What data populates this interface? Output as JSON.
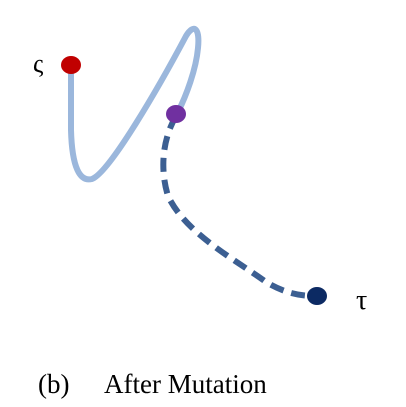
{
  "labels": {
    "start_symbol": "ς",
    "end_symbol": "τ"
  },
  "caption": {
    "tag": "(b)",
    "text": "After Mutation"
  },
  "colors": {
    "background": "#ffffff",
    "original_path": "#9bb7dc",
    "mutated_path": "#3c5f92",
    "start_node": "#c00000",
    "mutation_node": "#7030a0",
    "end_node": "#0c2a63",
    "text": "#000000"
  },
  "legend": {
    "original_path_style": "solid",
    "mutated_path_style": "dashed"
  }
}
